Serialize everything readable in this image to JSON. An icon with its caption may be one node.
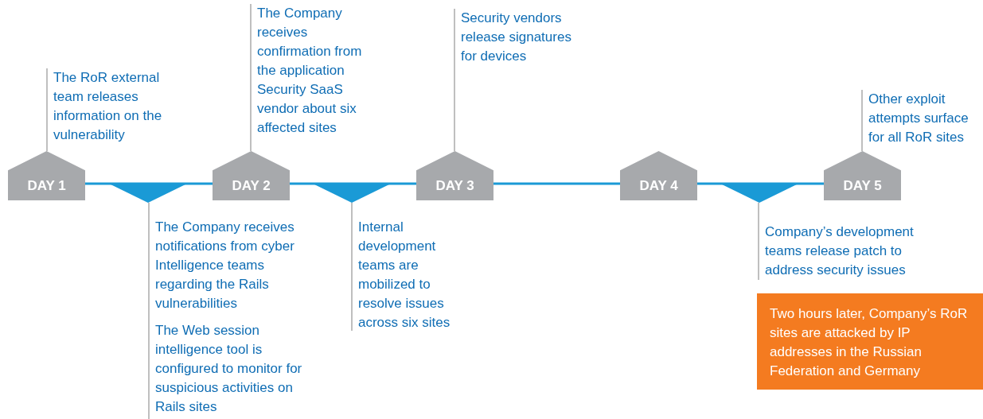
{
  "diagram": {
    "nodes": [
      {
        "text": [
          "DAY 1"
        ]
      },
      {
        "text": [
          "DAY 2"
        ]
      },
      {
        "text": [
          "DAY 3"
        ]
      },
      {
        "text": [
          "DAY 4"
        ]
      },
      {
        "text": [
          "DAY 5"
        ]
      },
      {
        "text": [],
        "shape": "triangle"
      },
      {
        "text": [],
        "shape": "triangle"
      },
      {
        "text": [],
        "shape": "triangle"
      },
      {
        "text": [
          "The RoR external team releases information on the vulnerability"
        ]
      },
      {
        "text": [
          "The Company receives confirmation from the application Security SaaS vendor about six affected sites"
        ]
      },
      {
        "text": [
          "Security vendors release signatures for devices"
        ]
      },
      {
        "text": [
          "Other exploit attempts surface for all RoR sites"
        ]
      },
      {
        "text": [
          "The Company receives notifications from cyber Intelligence teams regarding the Rails vulnerabilities",
          "The Web session intelligence tool is configured to monitor for suspicious activities on Rails sites"
        ]
      },
      {
        "text": [
          "Internal development teams are mobilized to resolve issues across six sites"
        ]
      },
      {
        "text": [
          "Company’s development teams release patch to address security issues"
        ]
      },
      {
        "text": [
          "Two hours later, Company’s RoR sites are attacked by IP addresses in the Russian Federation and Germany"
        ]
      }
    ],
    "edges": [
      {
        "from": 8,
        "to": 0,
        "arrow": "none"
      },
      {
        "from": 9,
        "to": 1,
        "arrow": "none"
      },
      {
        "from": 10,
        "to": 2,
        "arrow": "none"
      },
      {
        "from": 11,
        "to": 4,
        "arrow": "none"
      },
      {
        "from": 12,
        "to": 5,
        "arrow": "none"
      },
      {
        "from": 13,
        "to": 6,
        "arrow": "none"
      },
      {
        "from": 14,
        "to": 7,
        "arrow": "none"
      }
    ]
  }
}
